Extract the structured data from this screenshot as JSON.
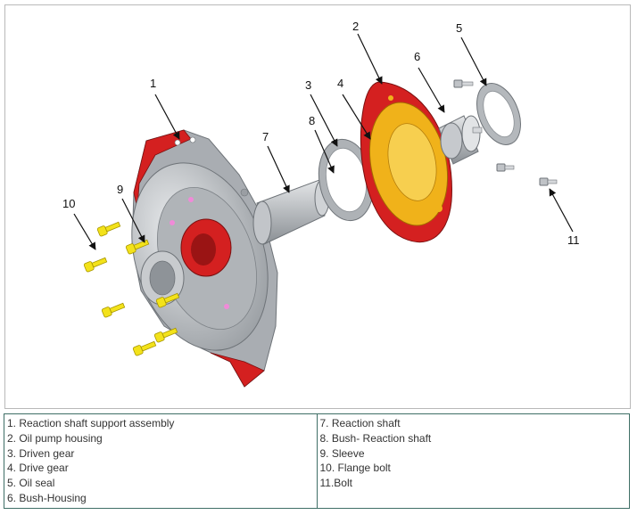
{
  "callouts": [
    {
      "num": "1",
      "part": "Reaction shaft support assembly"
    },
    {
      "num": "2",
      "part": "Oil pump housing"
    },
    {
      "num": "3",
      "part": "Driven gear"
    },
    {
      "num": "4",
      "part": "Drive gear"
    },
    {
      "num": "5",
      "part": "Oil seal"
    },
    {
      "num": "6",
      "part": "Bush-Housing"
    },
    {
      "num": "7",
      "part": "Reaction shaft"
    },
    {
      "num": "8",
      "part": "Bush- Reaction shaft"
    },
    {
      "num": "9",
      "part": "Sleeve"
    },
    {
      "num": "10",
      "part": "Flange bolt"
    },
    {
      "num": "11",
      "part": "Bolt"
    }
  ],
  "legend": {
    "left": [
      "1. Reaction shaft support assembly",
      "2. Oil pump housing",
      "3. Driven gear",
      "4. Drive gear",
      "5. Oil seal",
      "6. Bush-Housing"
    ],
    "right": [
      "7. Reaction shaft",
      "8. Bush- Reaction shaft",
      "9. Sleeve",
      "10. Flange bolt",
      "11.Bolt"
    ]
  },
  "colors": {
    "housing_red": "#d42020",
    "pump_orange": "#f0b21a",
    "metal_gray": "#b8bcc0",
    "bolt_yellow": "#f3e21a"
  }
}
